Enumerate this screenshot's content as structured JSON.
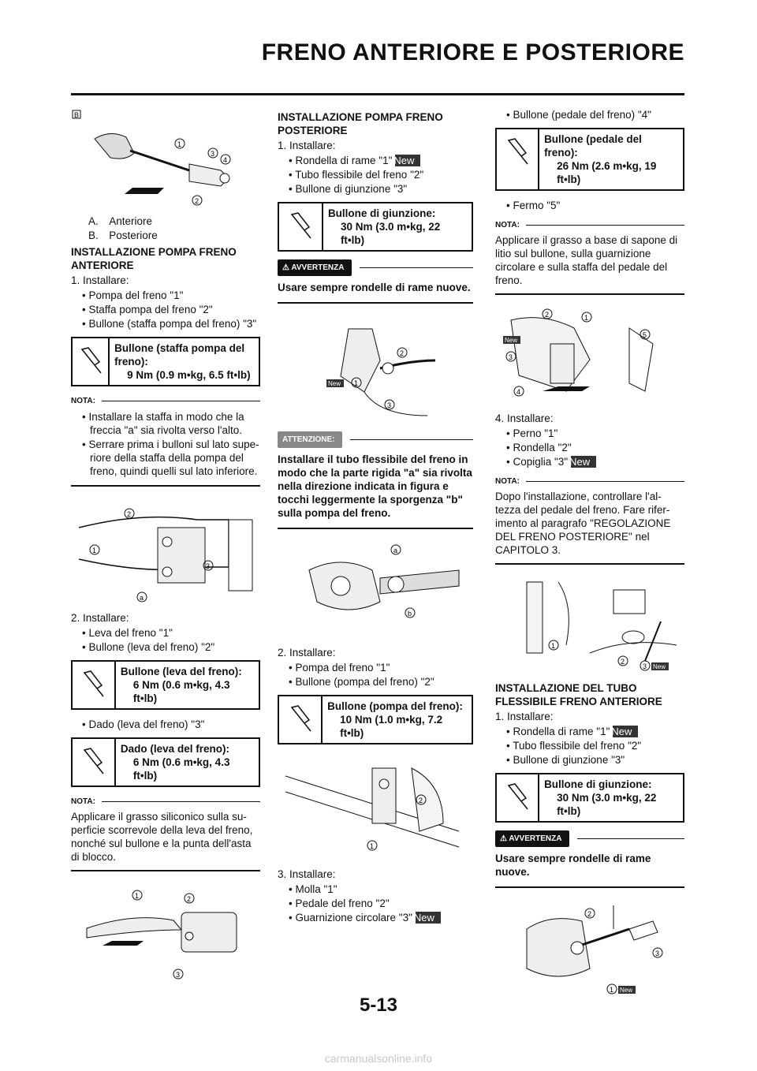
{
  "header": {
    "title": "FRENO ANTERIORE E POSTERIORE"
  },
  "col1": {
    "fig1_letter": "B",
    "caption": [
      "A. Anteriore",
      "B. Posteriore"
    ],
    "h1": "INSTALLAZIONE POMPA FRENO ANTERIORE",
    "s1": "1. Installare:",
    "b1": [
      "Pompa del freno \"1\"",
      "Staffa pompa del freno \"2\"",
      "Bullone (staffa pompa del freno) \"3\""
    ],
    "spec1": {
      "name": "Bullone (staffa pompa del freno):",
      "value": "9 Nm (0.9 m•kg, 6.5 ft•lb)"
    },
    "note_label": "NOTA:",
    "note1": [
      "Installare la staffa in modo che la freccia \"a\" sia rivolta verso l'alto.",
      "Serrare prima i bulloni sul lato supe- riore della staffa della pompa del freno, quindi quelli sul lato inferiore."
    ],
    "s2": "2. Installare:",
    "b2": [
      "Leva del freno \"1\"",
      "Bullone (leva del freno) \"2\""
    ],
    "spec2": {
      "name": "Bullone (leva del freno):",
      "value": "6 Nm (0.6 m•kg, 4.3 ft•lb)"
    },
    "b3": "Dado (leva del freno) \"3\"",
    "spec3": {
      "name": "Dado (leva del freno):",
      "value": "6 Nm (0.6 m•kg, 4.3 ft•lb)"
    },
    "note2": "Applicare il grasso siliconico sulla su- perficie scorrevole della leva del freno, nonché sul bullone e la punta dell'asta di blocco."
  },
  "col2": {
    "h1": "INSTALLAZIONE POMPA FRENO POSTERIORE",
    "s1": "1. Installare:",
    "b1a": "Rondella di rame \"1\"",
    "b1b": "Tubo flessibile del freno \"2\"",
    "b1c": "Bullone di giunzione \"3\"",
    "new": "New",
    "spec1": {
      "name": "Bullone di giunzione:",
      "value": "30 Nm (3.0 m•kg, 22 ft•lb)"
    },
    "warn_label": "AVVERTENZA",
    "warn1": "Usare sempre rondelle di rame nuove.",
    "caution_label": "ATTENZIONE:",
    "caution": "Installare il tubo flessibile del freno in modo che la parte rigida \"a\" sia rivolta nella direzione indicata in figura e tocchi leggermente la sporgenza \"b\" sulla pompa del freno.",
    "s2": "2. Installare:",
    "b2": [
      "Pompa del freno \"1\"",
      "Bullone (pompa del freno) \"2\""
    ],
    "spec2": {
      "name": "Bullone (pompa del freno):",
      "value": "10 Nm (1.0 m•kg, 7.2 ft•lb)"
    },
    "s3": "3. Installare:",
    "b3a": "Molla \"1\"",
    "b3b": "Pedale del freno \"2\"",
    "b3c": "Guarnizione circolare \"3\""
  },
  "col3": {
    "b1": "Bullone (pedale del freno) \"4\"",
    "spec1": {
      "name": "Bullone (pedale del freno):",
      "value": "26 Nm (2.6 m•kg, 19 ft•lb)"
    },
    "b2": "Fermo \"5\"",
    "note1": "Applicare il grasso a base di sapone di litio sul bullone, sulla guarnizione circolare e sulla staffa del pedale del freno.",
    "s4": "4. Installare:",
    "b4a": "Perno \"1\"",
    "b4b": "Rondella \"2\"",
    "b4c": "Copiglia \"3\"",
    "note2": "Dopo l'installazione, controllare l'al- tezza del pedale del freno. Fare rifer- imento al paragrafo \"REGOLAZIONE DEL FRENO POSTERIORE\" nel CAPITOLO 3.",
    "h2": "INSTALLAZIONE DEL TUBO FLESSIBILE FRENO ANTERIORE",
    "s1": "1. Installare:",
    "b5a": "Rondella di rame \"1\"",
    "b5b": "Tubo flessibile del freno \"2\"",
    "b5c": "Bullone di giunzione \"3\"",
    "spec2": {
      "name": "Bullone di giunzione:",
      "value": "30 Nm (3.0 m•kg, 22 ft•lb)"
    },
    "warn2": "Usare sempre rondelle di rame nuove."
  },
  "page_number": "5-13",
  "footer": "carmanualsonline.info"
}
